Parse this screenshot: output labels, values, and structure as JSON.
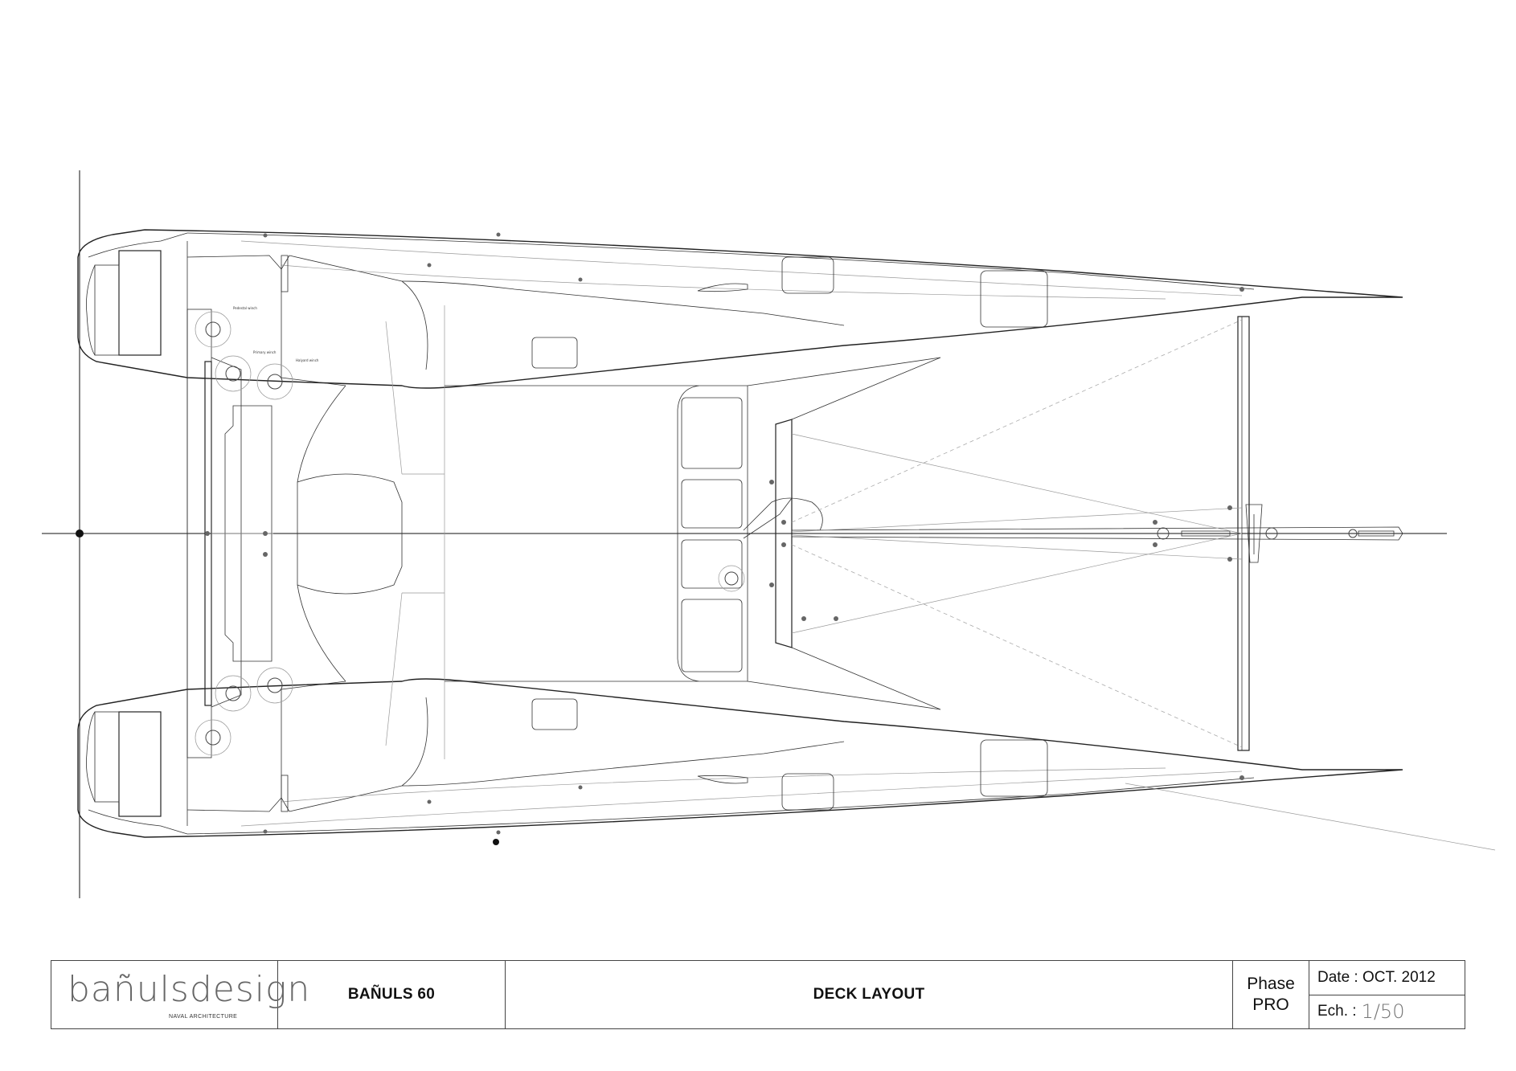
{
  "title_block": {
    "logo_text": "bañulsdesign",
    "logo_subtitle": "NAVAL ARCHITECTURE",
    "project": "BAÑULS 60",
    "drawing_title": "DECK LAYOUT",
    "phase_label": "Phase",
    "phase_value": "PRO",
    "date": "Date : OCT.  2012",
    "scale_label": "Ech. :",
    "scale_value": "1/50"
  },
  "drawing": {
    "winch_labels": [
      "Pedestal winch",
      "Primary winch",
      "Halyard winch"
    ]
  }
}
